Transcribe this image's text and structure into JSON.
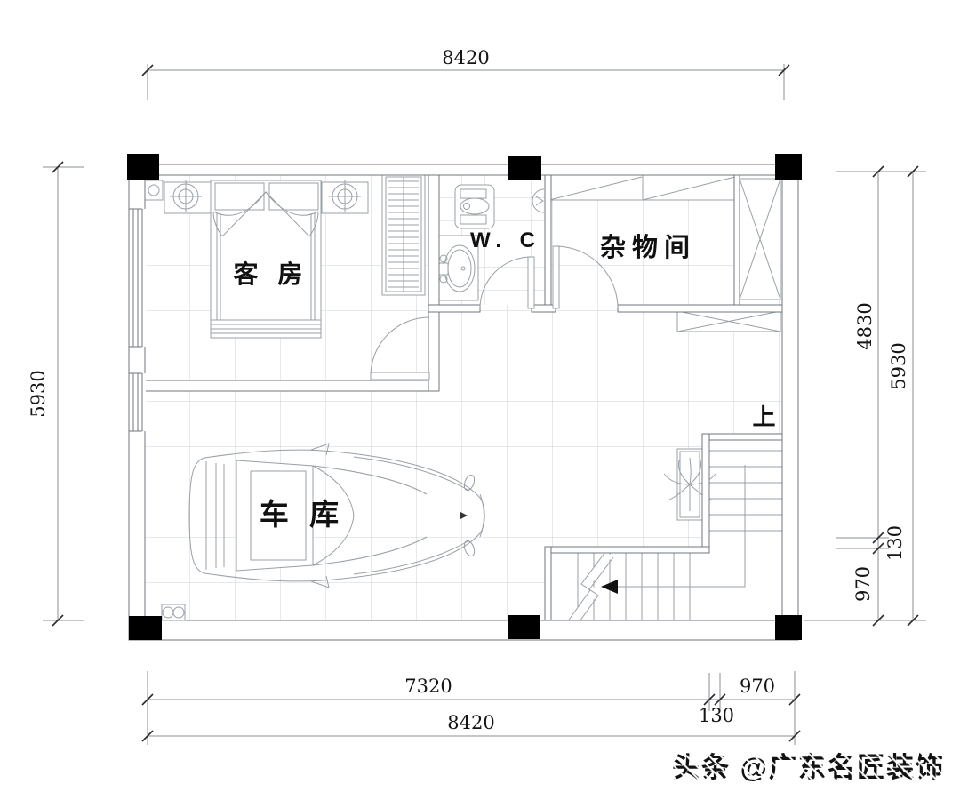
{
  "labels": {
    "guest_room": "客 房",
    "wc": "W. C",
    "storage_room": "杂物间",
    "garage": "车 库",
    "stairs_up": "上"
  },
  "dimensions": {
    "top_total": "8420",
    "left_total": "5930",
    "right_upper": "4830",
    "right_total": "5930",
    "right_gap": "130",
    "right_lower": "970",
    "bottom_main": "7320",
    "bottom_gap": "130",
    "bottom_stair": "970",
    "bottom_total": "8420"
  },
  "watermark": {
    "text": "头条 @广东名匠装饰"
  },
  "colors": {
    "background": "#ffffff",
    "wall_line": "#6f757c",
    "furniture_line": "#98a0a7",
    "grid_line": "#ced3d7",
    "dimension_line": "#8a8f94",
    "text": "#111111",
    "column_fill": "#000000"
  }
}
